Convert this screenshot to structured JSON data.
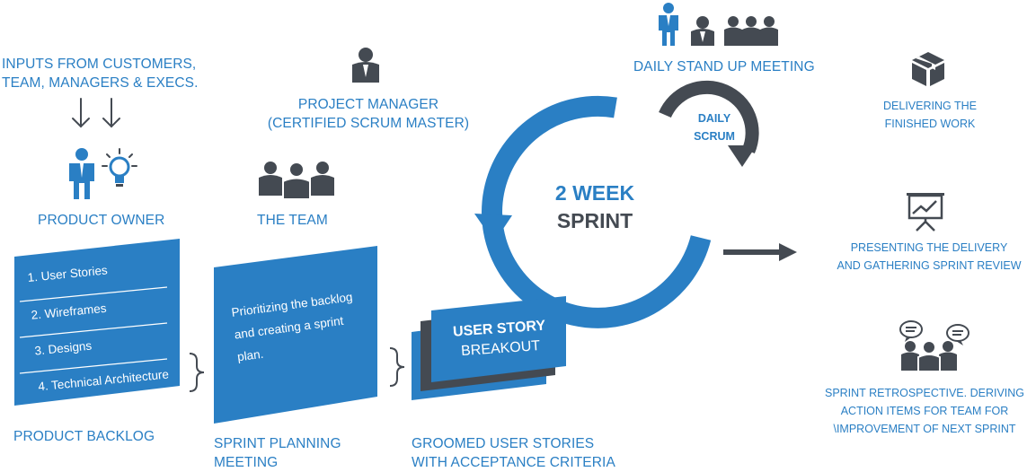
{
  "inputs": {
    "line1": "INPUTS FROM CUSTOMERS,",
    "line2": "TEAM, MANAGERS & EXECS."
  },
  "product_owner": {
    "label": "PRODUCT OWNER"
  },
  "project_manager": {
    "line1": "PROJECT MANAGER",
    "line2": "(CERTIFIED SCRUM MASTER)"
  },
  "team": {
    "label": "THE TEAM"
  },
  "standup": {
    "label": "DAILY STAND UP MEETING"
  },
  "daily_scrum": {
    "line1": "DAILY",
    "line2": "SCRUM"
  },
  "sprint": {
    "line1": "2 WEEK",
    "line2": "SPRINT"
  },
  "backlog": {
    "items": [
      "1. User Stories",
      "2. Wireframes",
      "3. Designs",
      "4. Technical Architecture"
    ],
    "label": "PRODUCT BACKLOG"
  },
  "planning": {
    "card_lines": [
      "Prioritizing the backlog",
      "and creating a sprint",
      "plan."
    ],
    "label_line1": "SPRINT PLANNING",
    "label_line2": "MEETING"
  },
  "user_story": {
    "card_line1": "USER STORY",
    "card_line2": "BREAKOUT",
    "label_line1": "GROOMED USER STORIES",
    "label_line2": "WITH ACCEPTANCE CRITERIA"
  },
  "outputs": {
    "deliver": {
      "line1": "DELIVERING THE",
      "line2": "FINISHED WORK"
    },
    "present": {
      "line1": "PRESENTING THE DELIVERY",
      "line2": "AND GATHERING SPRINT REVIEW"
    },
    "retro": {
      "line1": "SPRINT RETROSPECTIVE. DERIVING",
      "line2": "ACTION ITEMS FOR TEAM FOR",
      "line3": "\\IMPROVEMENT OF NEXT SPRINT"
    }
  },
  "colors": {
    "blue": "#2a7fc4",
    "dark": "#444a52",
    "grey": "#5a6068",
    "white": "#ffffff"
  }
}
